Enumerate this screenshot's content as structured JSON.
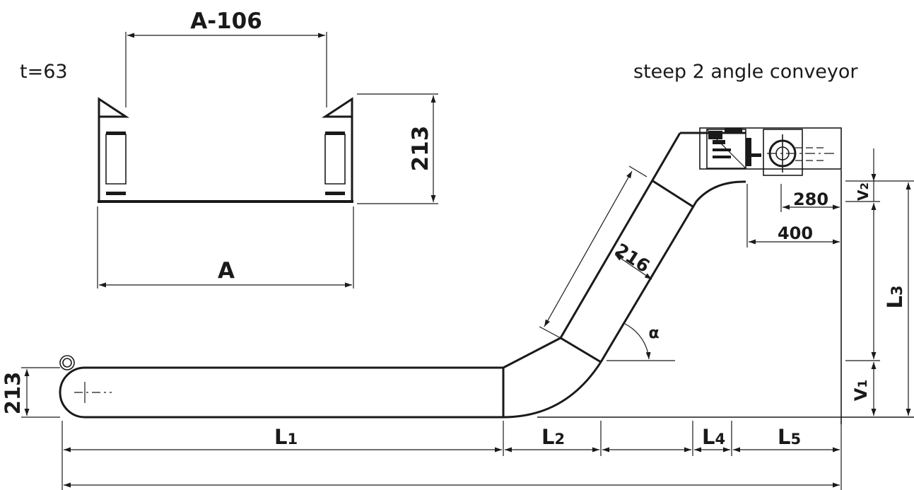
{
  "labels": {
    "t": "t=63",
    "title": "steep 2 angle conveyor",
    "dim_top_width": "A-106",
    "dim_side_height": "213",
    "dim_bottom_width": "A",
    "dim_incline_width": "216",
    "dim_280": "280",
    "dim_400": "400",
    "angle": "α",
    "dim_left_height": "213",
    "L1": "L",
    "L1_sub": "1",
    "L2": "L",
    "L2_sub": "2",
    "L3": "L",
    "L3_sub": "3",
    "L4": "L",
    "L4_sub": "4",
    "L5": "L",
    "L5_sub": "5",
    "V1": "V",
    "V1_sub": "1",
    "V2": "V",
    "V2_sub": "2"
  },
  "colors": {
    "ink": "#1a1a1a",
    "background": "#ffffff"
  }
}
